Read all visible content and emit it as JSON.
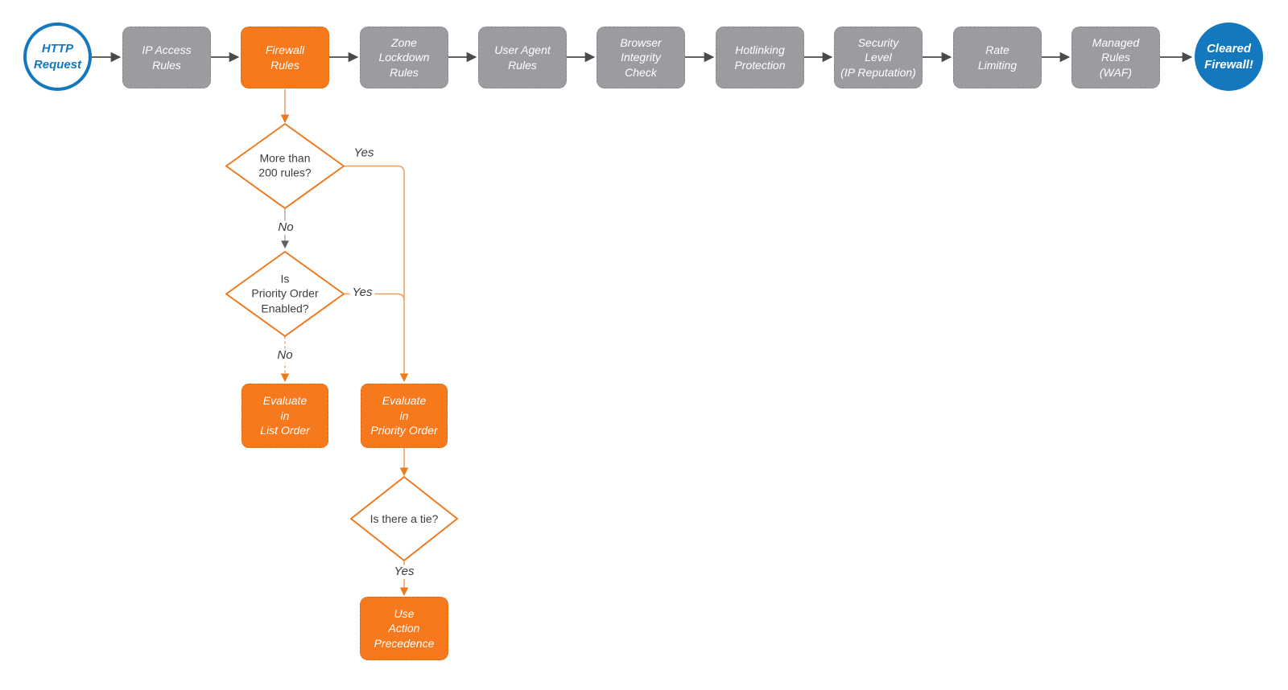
{
  "colors": {
    "orange_fill": "#f7791e",
    "gray_fill": "#9a9c9f",
    "blue": "#1478be",
    "connector_dark_gray": "#4a4a4a",
    "connector_orange": "#f29b5c"
  },
  "main_flow": {
    "start": {
      "label": "HTTP\nRequest"
    },
    "steps": [
      {
        "label": "IP Access\nRules"
      },
      {
        "label": "Firewall\nRules"
      },
      {
        "label": "Zone\nLockdown\nRules"
      },
      {
        "label": "User Agent\nRules"
      },
      {
        "label": "Browser\nIntegrity\nCheck"
      },
      {
        "label": "Hotlinking\nProtection"
      },
      {
        "label": "Security\nLevel\n(IP Reputation)"
      },
      {
        "label": "Rate\nLimiting"
      },
      {
        "label": "Managed\nRules\n(WAF)"
      }
    ],
    "end": {
      "label": "Cleared\nFirewall!"
    }
  },
  "firewall_branch": {
    "decision_200_rules": {
      "label": "More than\n200 rules?",
      "yes_label": "Yes",
      "no_label": "No"
    },
    "decision_priority_enabled": {
      "label": "Is\nPriority Order\nEnabled?",
      "yes_label": "Yes",
      "no_label": "No"
    },
    "evaluate_list_order": {
      "label": "Evaluate\nin\nList Order"
    },
    "evaluate_priority_order": {
      "label": "Evaluate\nin\nPriority Order"
    },
    "decision_tie": {
      "label": "Is there a tie?",
      "yes_label": "Yes"
    },
    "use_action_precedence": {
      "label": "Use\nAction\nPrecedence"
    }
  }
}
